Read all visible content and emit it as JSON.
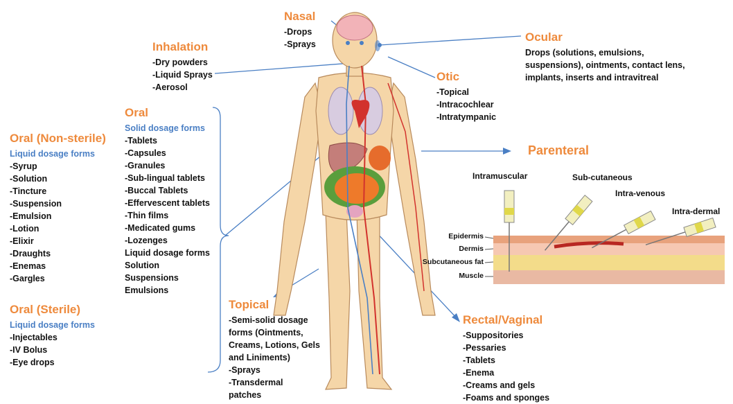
{
  "nasal": {
    "title": "Nasal",
    "items": [
      "-Drops",
      "-Sprays"
    ]
  },
  "inhalation": {
    "title": "Inhalation",
    "items": [
      "-Dry powders",
      "-Liquid Sprays",
      "-Aerosol"
    ]
  },
  "ocular": {
    "title": "Ocular",
    "text": "Drops (solutions, emulsions, suspensions), ointments, contact lens, implants, inserts and intravitreal"
  },
  "otic": {
    "title": "Otic",
    "items": [
      "-Topical",
      "-Intracochlear",
      "-Intratympanic"
    ]
  },
  "oral": {
    "title": "Oral",
    "solid_heading": "Solid dosage forms",
    "solid_items": [
      "-Tablets",
      "-Capsules",
      "-Granules",
      "-Sub-lingual tablets",
      "-Buccal Tablets",
      "-Effervescent tablets",
      "-Thin films",
      "-Medicated gums",
      "-Lozenges"
    ],
    "liquid_items": [
      "Liquid dosage forms",
      "Solution",
      "Suspensions",
      "Emulsions"
    ]
  },
  "oral_non_sterile": {
    "title": "Oral (Non-sterile)",
    "heading": "Liquid dosage forms",
    "items": [
      "-Syrup",
      "-Solution",
      "-Tincture",
      "-Suspension",
      "-Emulsion",
      "-Lotion",
      "-Elixir",
      "-Draughts",
      "-Enemas",
      "-Gargles"
    ]
  },
  "oral_sterile": {
    "title": "Oral (Sterile)",
    "heading": "Liquid dosage forms",
    "items": [
      "-Injectables",
      "-IV Bolus",
      "-Eye drops"
    ]
  },
  "parenteral": {
    "title": "Parenteral",
    "injections": [
      "Intramuscular",
      "Sub-cutaneous",
      "Intra-venous",
      "Intra-dermal"
    ],
    "layers": [
      "Epidermis",
      "Dermis",
      "Subcutaneous fat",
      "Muscle"
    ]
  },
  "topical": {
    "title": "Topical",
    "text": "-Semi-solid dosage forms (Ointments, Creams, Lotions, Gels and Liniments)",
    "items": [
      "-Sprays",
      "-Transdermal patches"
    ]
  },
  "rectal_vaginal": {
    "title": "Rectal/Vaginal",
    "items": [
      "-Suppositories",
      "-Pessaries",
      "-Tablets",
      "-Enema",
      "-Creams and gels",
      "-Foams and sponges"
    ]
  },
  "colors": {
    "title": "#ee8a3c",
    "subheading": "#4a7fc4",
    "connector": "#4a7fc4",
    "skin": "#f5d6a8"
  }
}
